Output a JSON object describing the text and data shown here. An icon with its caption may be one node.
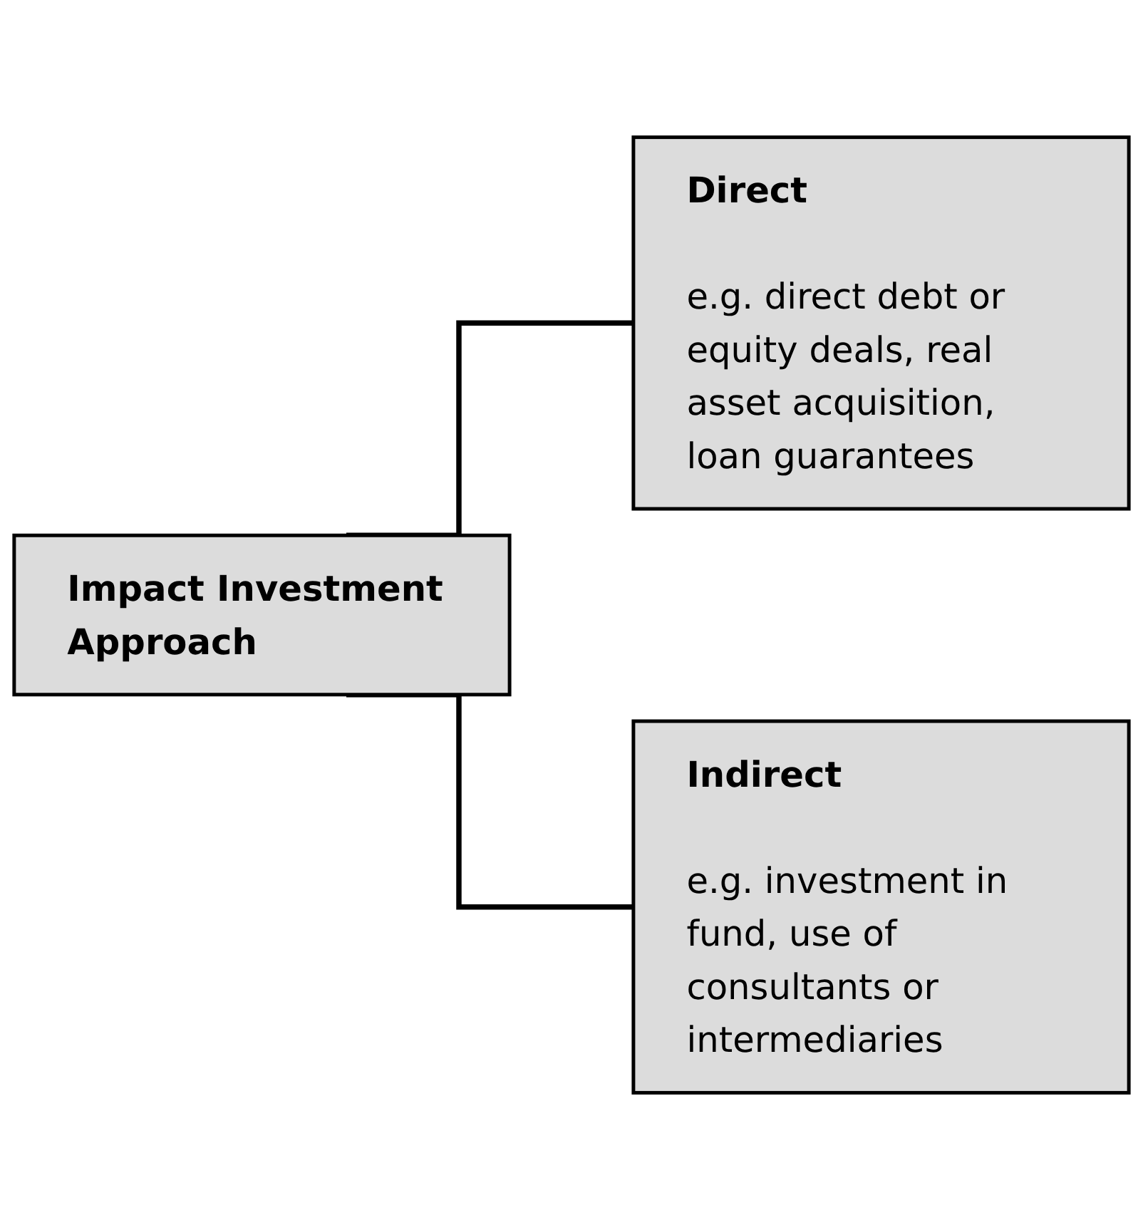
{
  "diagram": {
    "nodes": [
      {
        "text": [
          "Impact Investment Approach"
        ]
      },
      {
        "text": [
          "Direct",
          "e.g. direct debt or equity deals, real asset acquisition, loan guarantees"
        ]
      },
      {
        "text": [
          "Indirect",
          "e.g. investment in fund, use of consultants or intermediaries"
        ]
      }
    ],
    "edges": [
      {
        "from": 0,
        "to": 1,
        "arrow": "none"
      },
      {
        "from": 0,
        "to": 2,
        "arrow": "none"
      }
    ]
  }
}
